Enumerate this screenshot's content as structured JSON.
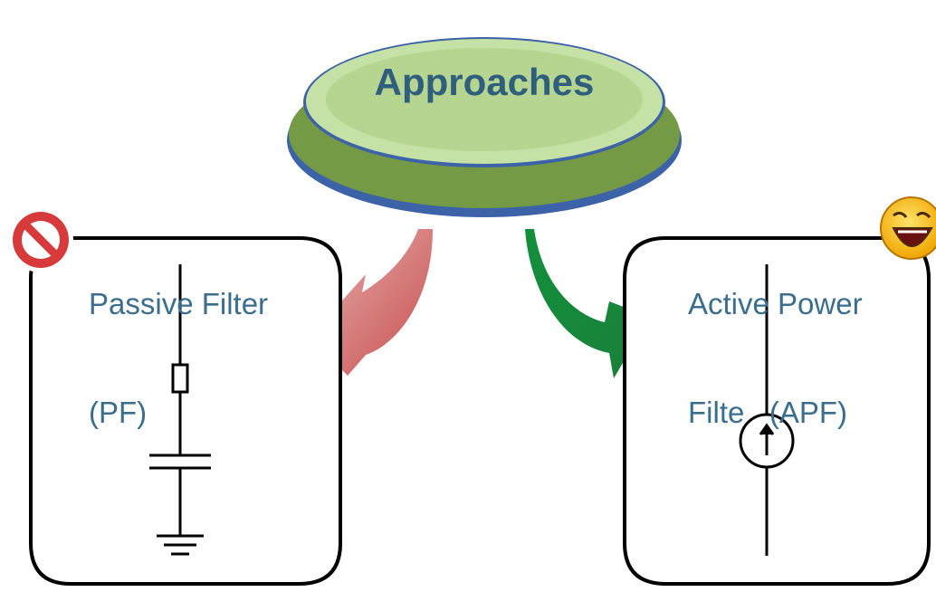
{
  "center": {
    "title": "Approaches"
  },
  "left": {
    "label_line1": "Passive Filter",
    "label_line2": "(PF)",
    "badge_icon": "prohibited-icon",
    "arrow_color": "#d77a7a",
    "component_icons": [
      "resistor-icon",
      "capacitor-icon",
      "ground-icon"
    ]
  },
  "right": {
    "label_line1": "Active Power",
    "label_line2": "Filte   (APF)",
    "badge_icon": "laughing-face-icon",
    "arrow_color": "#1e8c3e",
    "component_icons": [
      "current-source-icon"
    ]
  },
  "colors": {
    "ellipse_top": "#b5d591",
    "ellipse_base": "#759a46",
    "ellipse_edge": "#3c63a8",
    "text_blue": "#3a6e8c"
  }
}
